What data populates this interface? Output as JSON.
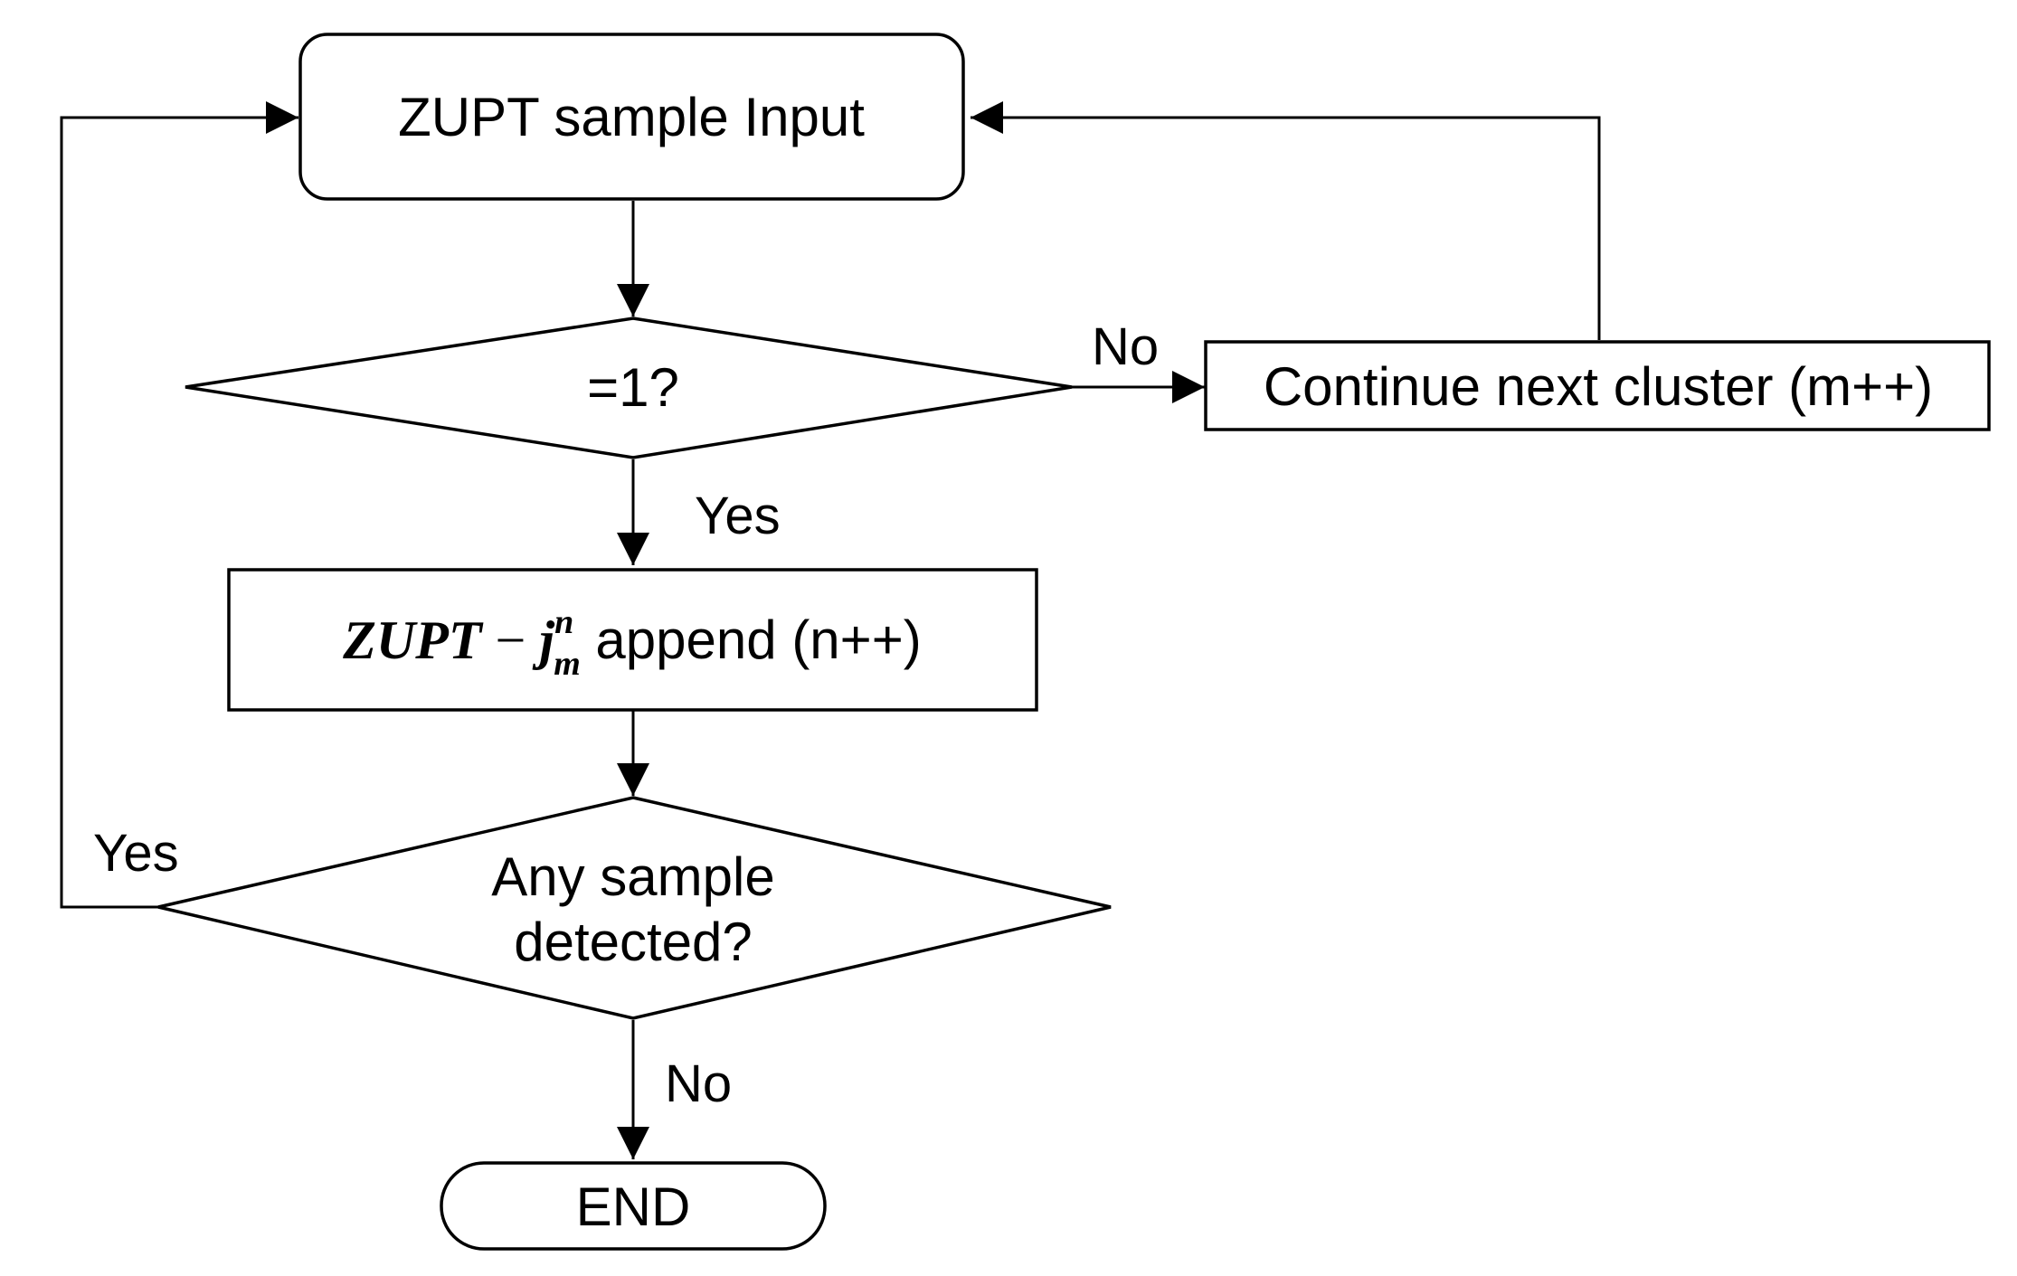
{
  "diagram": {
    "nodes": {
      "start": {
        "label": "ZUPT sample Input"
      },
      "check": {
        "label": "=1?"
      },
      "continue": {
        "label": "Continue next cluster (m++)"
      },
      "append": {
        "math_base": "ZUPT",
        "math_minus": " − ",
        "math_var": "j",
        "math_sup": "n",
        "math_sub": "m",
        "label_suffix": " append (n++)"
      },
      "detect": {
        "label_line1": "Any sample",
        "label_line2": "detected?"
      },
      "end": {
        "label": "END"
      }
    },
    "edges": {
      "check_no": "No",
      "check_yes": "Yes",
      "detect_yes": "Yes",
      "detect_no": "No"
    }
  }
}
